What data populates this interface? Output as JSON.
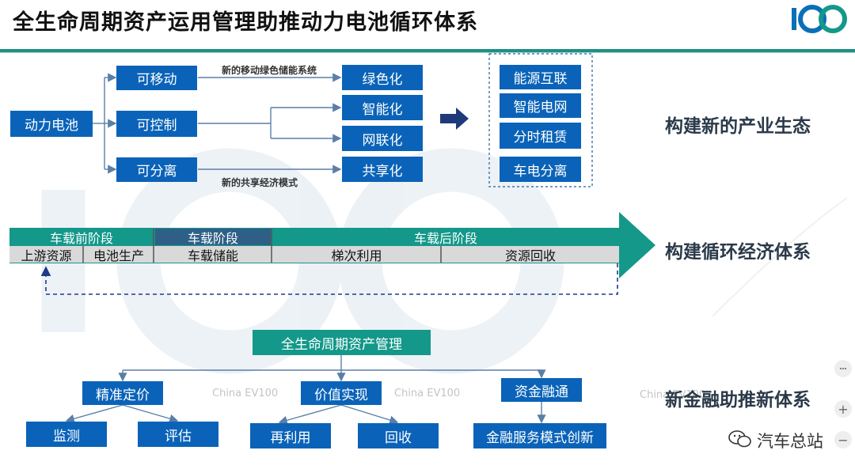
{
  "title": "全生命周期资产运用管理助推动力电池循环体系",
  "colors": {
    "blue": "#0a63b8",
    "teal": "#13988a",
    "dark_teal": "#1f8f84",
    "segment_dark": "#2e5f87",
    "gray_segment": "#d9d9d9"
  },
  "section1": {
    "source": "动力电池",
    "attributes": [
      "可移动",
      "可控制",
      "可分离"
    ],
    "note_top": "新的移动绿色储能系统",
    "note_bottom": "新的共享经济模式",
    "outcomes": [
      "绿色化",
      "智能化",
      "网联化",
      "共享化"
    ],
    "results": [
      "能源互联",
      "智能电网",
      "分时租赁",
      "车电分离"
    ],
    "heading": "构建新的产业生态"
  },
  "section2": {
    "stages": [
      "车载前阶段",
      "车载阶段",
      "车载后阶段"
    ],
    "sub_stages": [
      "上游资源",
      "电池生产",
      "车载储能",
      "梯次利用",
      "资源回收"
    ],
    "heading": "构建循环经济体系"
  },
  "section3": {
    "root": "全生命周期资产管理",
    "branches": [
      "精准定价",
      "价值实现",
      "资金融通"
    ],
    "leaves": [
      "监测",
      "评估",
      "再利用",
      "回收",
      "金融服务模式创新"
    ],
    "heading": "新金融助推新体系"
  },
  "footer": {
    "icon": "wechat-icon",
    "text": "汽车总站"
  },
  "zoom": {
    "icon": "zoom-controls",
    "plus": "+",
    "minus": "−"
  }
}
